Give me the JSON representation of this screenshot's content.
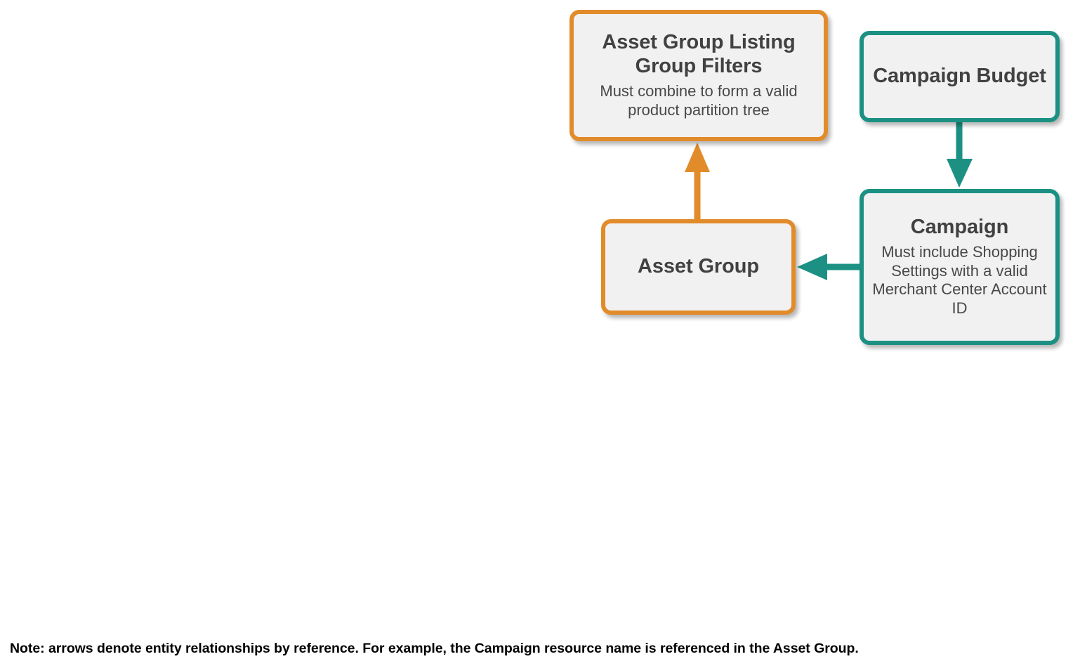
{
  "diagram": {
    "colors": {
      "orange": "#e28b2a",
      "teal": "#1c9183",
      "node_fill": "#f1f1f1",
      "title_text": "#414141",
      "subtitle_text": "#484848",
      "note_text": "#000000"
    },
    "nodes": [
      {
        "id": "asset-group-listing-group-filters",
        "title": "Asset Group Listing Group Filters",
        "subtitle": "Must combine to form a valid product partition tree",
        "accent": "orange"
      },
      {
        "id": "campaign-budget",
        "title": "Campaign Budget",
        "subtitle": "",
        "accent": "teal"
      },
      {
        "id": "asset-group",
        "title": "Asset Group",
        "subtitle": "",
        "accent": "orange"
      },
      {
        "id": "campaign",
        "title": "Campaign",
        "subtitle": "Must include Shopping Settings with a valid Merchant Center Account ID",
        "accent": "teal"
      }
    ],
    "edges": [
      {
        "id": "asset-group-to-listing-group-filters",
        "from": "asset-group",
        "to": "asset-group-listing-group-filters",
        "direction": "up",
        "color": "orange"
      },
      {
        "id": "campaign-budget-to-campaign",
        "from": "campaign-budget",
        "to": "campaign",
        "direction": "down",
        "color": "teal"
      },
      {
        "id": "campaign-to-asset-group",
        "from": "campaign",
        "to": "asset-group",
        "direction": "left",
        "color": "teal"
      }
    ],
    "note": "Note: arrows denote entity relationships by reference. For example, the Campaign resource name is referenced in the Asset Group."
  }
}
